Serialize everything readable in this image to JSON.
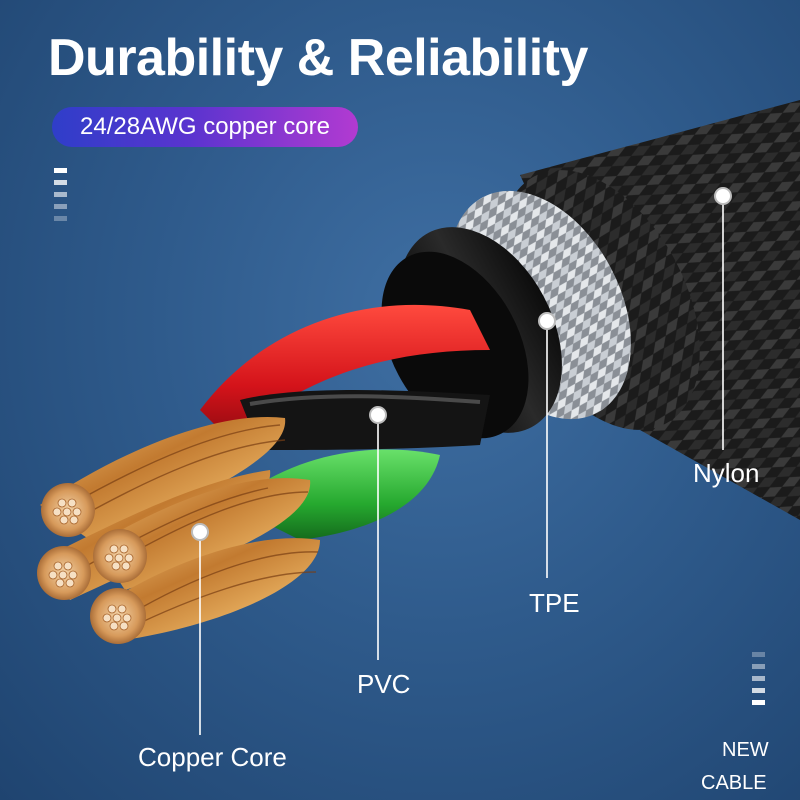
{
  "title": "Durability & Reliability",
  "badge": "24/28AWG copper core",
  "labels": {
    "nylon": "Nylon",
    "tpe": "TPE",
    "pvc": "PVC",
    "copper_core": "Copper Core"
  },
  "brand": {
    "line1": "NEW",
    "line2": "CABLE"
  },
  "colors": {
    "background": "#2f5b8c",
    "badge_start": "#2f3ec9",
    "badge_end": "#b23ad1",
    "wire_red": "#e3161c",
    "wire_green": "#2fbf3a",
    "wire_black": "#111111",
    "copper": "#c98a3c"
  }
}
